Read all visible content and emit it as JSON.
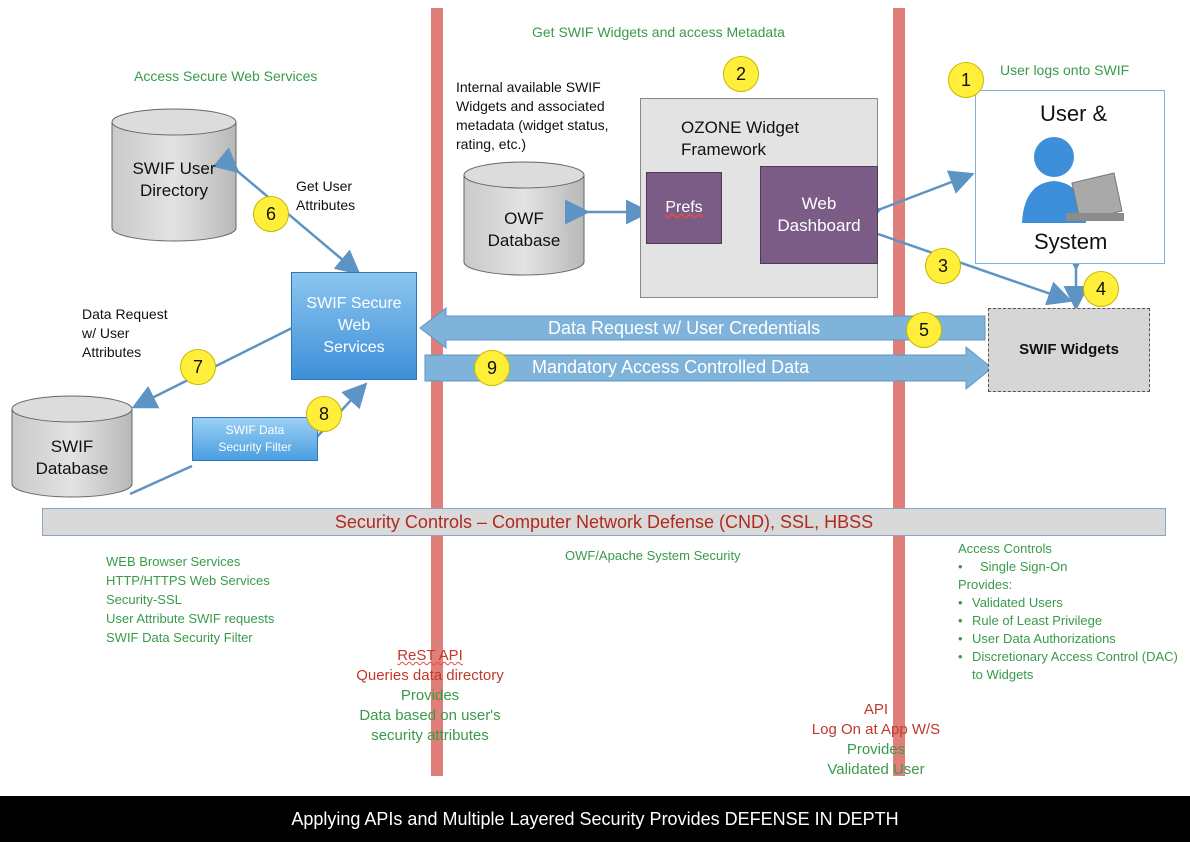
{
  "header": {
    "center_title": "Get SWIF Widgets and access Metadata",
    "left_title": "Access Secure Web Services",
    "right_title": "User logs onto SWIF"
  },
  "nodes": {
    "swif_user_directory": "SWIF User\nDirectory",
    "owf_database": "OWF\nDatabase",
    "swif_database": "SWIF\nDatabase",
    "ozone_framework": "OZONE Widget\nFramework",
    "prefs": "Prefs",
    "web_dashboard": "Web\nDashboard",
    "user_system_top": "User &",
    "user_system_bottom": "System",
    "swif_secure_web_services": "SWIF Secure\nWeb\nServices",
    "swif_data_security_filter": "SWIF Data\nSecurity Filter",
    "swif_widgets": "SWIF Widgets"
  },
  "notes": {
    "internal_widgets": "Internal available SWIF\nWidgets and associated\nmetadata (widget status,\nrating, etc.)",
    "get_user_attributes": "Get User\nAttributes",
    "data_request": "Data Request\nw/ User\nAttributes"
  },
  "arrows": {
    "data_request_label": "Data Request w/ User Credentials",
    "mac_data_label": "Mandatory Access Controlled Data"
  },
  "steps": [
    "1",
    "2",
    "3",
    "4",
    "5",
    "6",
    "7",
    "8",
    "9"
  ],
  "security_bar": "Security Controls – Computer Network Defense (CND), SSL, HBSS",
  "bottom_left_list": [
    "WEB Browser Services",
    "HTTP/HTTPS Web Services",
    "Security-SSL",
    "User Attribute SWIF requests",
    "SWIF Data Security Filter"
  ],
  "bottom_center_label": "OWF/Apache System Security",
  "right_controls": {
    "title": "Access Controls",
    "sso": "Single Sign-On",
    "provides": "Provides:",
    "items": [
      "Validated Users",
      "Rule of Least Privilege",
      "User Data Authorizations",
      "Discretionary Access Control (DAC) to Widgets"
    ]
  },
  "rest_api": {
    "line1": "ReST API",
    "line2": "Queries data directory",
    "line3": "Provides",
    "line4": "Data based on user's\nsecurity attributes"
  },
  "api_block": {
    "line1": "API",
    "line2": "Log On at App W/S",
    "line3": "Provides",
    "line4": "Validated User"
  },
  "footer": "Applying APIs and Multiple Layered Security Provides DEFENSE IN DEPTH",
  "colors": {
    "green_text": "#3a9a4a",
    "red_text": "#c0392b",
    "wall": "#e07f7a",
    "badge": "#ffef3a",
    "service_box": "#5dade2",
    "ozone_box": "#7b5c87",
    "arrow": "#7fb3d9"
  }
}
